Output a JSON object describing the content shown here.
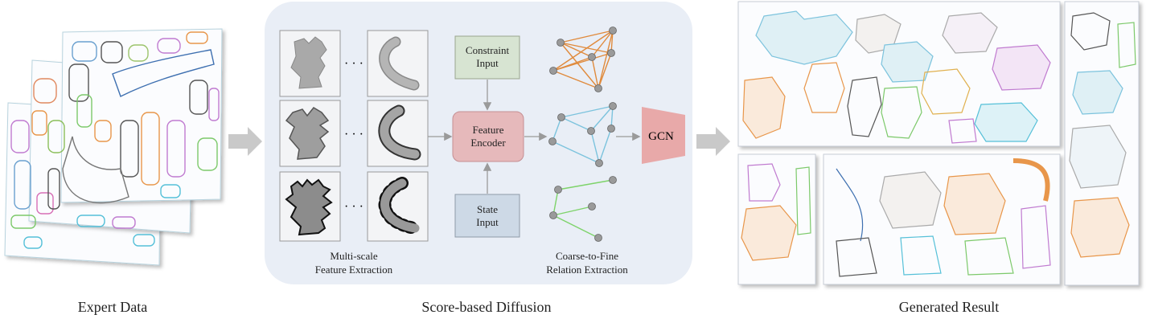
{
  "captions": {
    "expert_data": "Expert Data",
    "score_diffusion": "Score-based Diffusion",
    "generated_result": "Generated Result"
  },
  "panel": {
    "multiscale_line1": "Multi-scale",
    "multiscale_line2": "Feature Extraction",
    "relation_line1": "Coarse-to-Fine",
    "relation_line2": "Relation Extraction",
    "dots": "· · ·"
  },
  "nodes": {
    "constraint_line1": "Constraint",
    "constraint_line2": "Input",
    "feature_line1": "Feature",
    "feature_line2": "Encoder",
    "state_line1": "State",
    "state_line2": "Input",
    "gcn": "GCN"
  },
  "colors": {
    "panel_bg": "#e9eef6",
    "constraint_fill": "#d7e4d2",
    "state_fill": "#cdd9e6",
    "encoder_fill": "#e6b9bb",
    "gcn_fill": "#e8a9a9",
    "graph_orange": "#e08a3c",
    "graph_blue": "#7cc3dd",
    "graph_green": "#7ed36a",
    "arrow_gray": "#c9c9c9"
  }
}
